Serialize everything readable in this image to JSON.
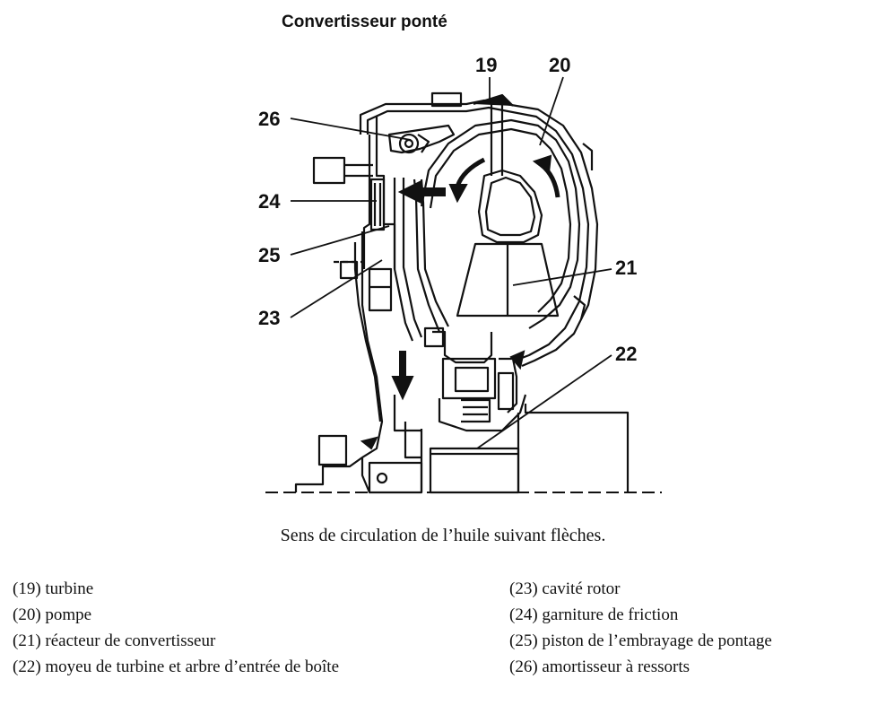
{
  "title": "Convertisseur ponté",
  "labels": {
    "n19": "19",
    "n20": "20",
    "n21": "21",
    "n22": "22",
    "n23": "23",
    "n24": "24",
    "n25": "25",
    "n26": "26"
  },
  "caption": "Sens de circulation de l’huile suivant flèches.",
  "legend": {
    "left": [
      "(19) turbine",
      "(20) pompe",
      "(21) réacteur de convertisseur",
      "(22) moyeu de turbine et arbre d’entrée de boîte"
    ],
    "right": [
      "(23) cavité rotor",
      "(24) garniture de friction",
      "(25) piston de l’embrayage de pontage",
      "(26) amortisseur à ressorts"
    ]
  }
}
